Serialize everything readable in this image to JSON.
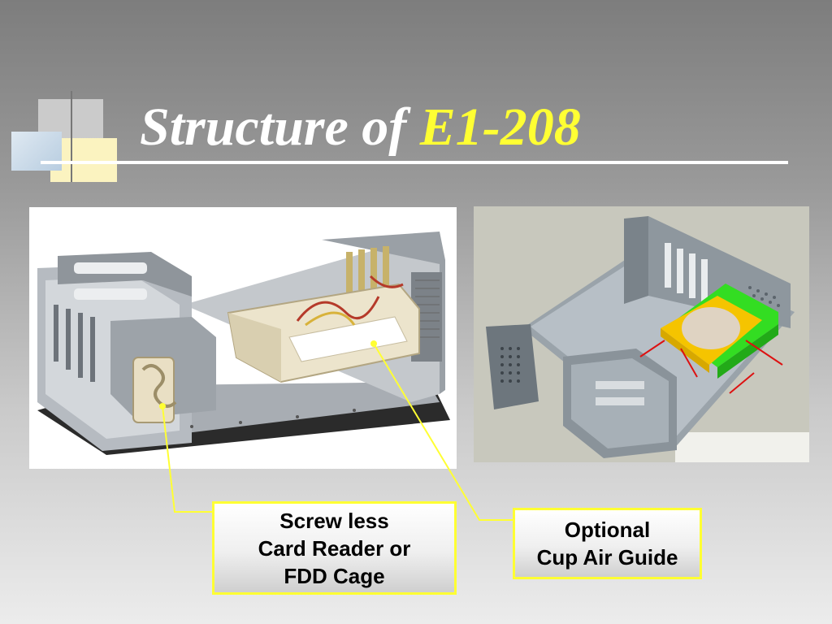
{
  "slide": {
    "title_main": "Structure of",
    "title_model": "E1-208"
  },
  "callouts": {
    "left": {
      "lines": [
        "Screw less",
        "Card Reader or",
        "FDD Cage"
      ]
    },
    "right": {
      "lines": [
        "Optional",
        "Cup Air Guide"
      ]
    }
  },
  "colors": {
    "accent": "#ffff33",
    "title_text": "#ffffff",
    "cad_background": "#c8c8bd",
    "air_guide": "#f5c400",
    "air_guide_support": "#33dd22",
    "dimension_arrows": "#dd1111"
  }
}
